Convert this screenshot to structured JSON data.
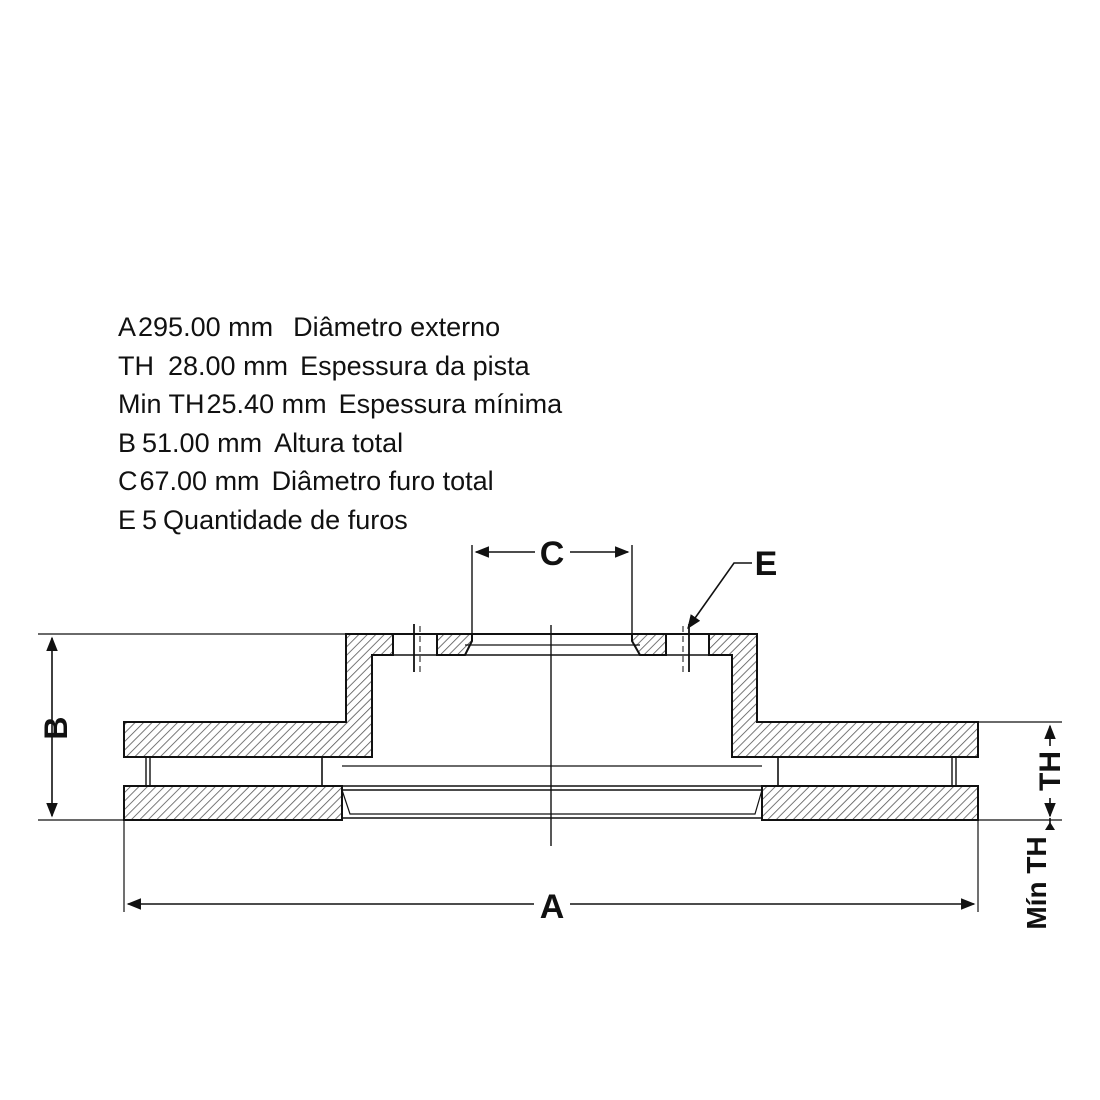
{
  "specs": [
    {
      "code": "A",
      "value": "295.00 mm",
      "desc": "Diâmetro externo"
    },
    {
      "code": "TH",
      "value": "28.00 mm",
      "desc": "Espessura da pista"
    },
    {
      "code": "Min TH",
      "value": "25.40 mm",
      "desc": "Espessura mínima"
    },
    {
      "code": "B",
      "value": "51.00 mm",
      "desc": "Altura total"
    },
    {
      "code": "C",
      "value": "67.00 mm",
      "desc": "Diâmetro furo total"
    },
    {
      "code": "E",
      "value": "5",
      "desc": "Quantidade de furos"
    }
  ],
  "labels": {
    "a": "A",
    "b": "B",
    "c": "C",
    "e": "E",
    "th": "TH",
    "min_th": "Mín TH"
  },
  "colors": {
    "line": "#111111",
    "hatch": "#555555",
    "background": "#ffffff"
  }
}
